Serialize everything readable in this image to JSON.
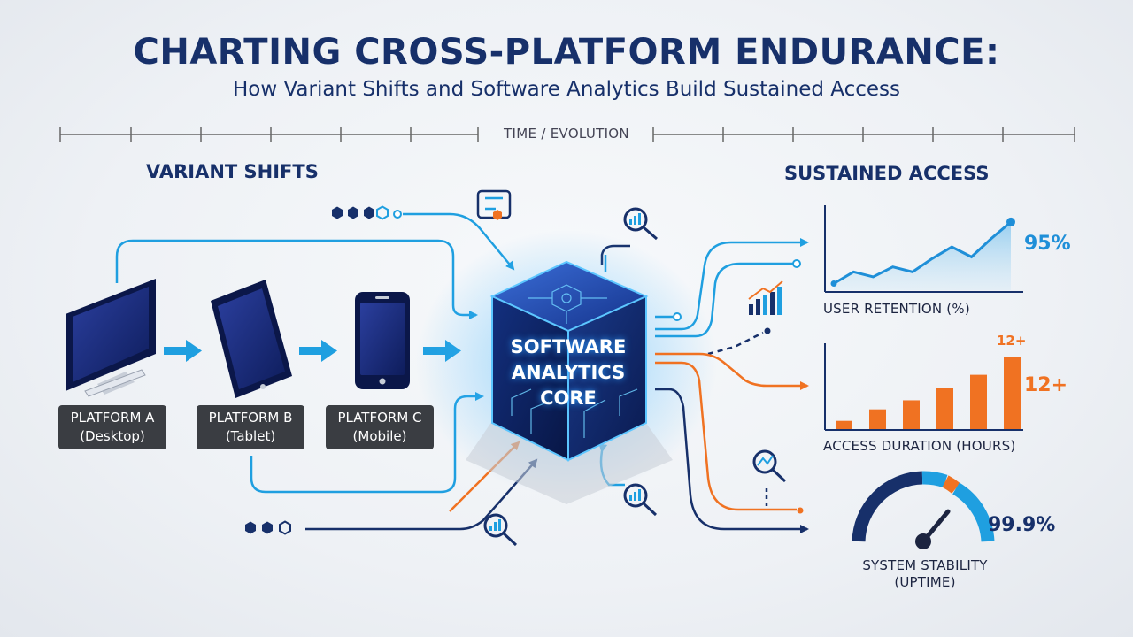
{
  "header": {
    "title": "CHARTING CROSS-PLATFORM ENDURANCE:",
    "subtitle": "How Variant Shifts and Software Analytics Build Sustained Access",
    "timeline_label": "TIME / EVOLUTION"
  },
  "variant_shifts": {
    "heading": "VARIANT SHIFTS",
    "platforms": [
      {
        "name": "PLATFORM A",
        "kind": "(Desktop)"
      },
      {
        "name": "PLATFORM B",
        "kind": "(Tablet)"
      },
      {
        "name": "PLATFORM C",
        "kind": "(Mobile)"
      }
    ]
  },
  "core": {
    "line1": "SOFTWARE",
    "line2": "ANALYTICS",
    "line3": "CORE"
  },
  "sustained_access": {
    "heading": "SUSTAINED ACCESS",
    "retention": {
      "label": "USER RETENTION (%)",
      "value": "95%"
    },
    "duration": {
      "label": "ACCESS DURATION (HOURS)",
      "value": "12+",
      "bar_label": "12+"
    },
    "stability": {
      "label_line1": "SYSTEM STABILITY",
      "label_line2": "(UPTIME)",
      "value": "99.9%"
    }
  },
  "chart_data": [
    {
      "type": "area",
      "y": [
        8,
        22,
        16,
        28,
        22,
        38,
        52,
        40,
        62,
        82
      ],
      "xlabel": "USER RETENTION (%)",
      "ylim": [
        0,
        100
      ]
    },
    {
      "type": "bar",
      "values": [
        10,
        24,
        35,
        50,
        66,
        88
      ],
      "xlabel": "ACCESS DURATION (HOURS)",
      "ylim": [
        0,
        100
      ]
    },
    {
      "type": "gauge",
      "value": 0.72,
      "xlabel": "SYSTEM STABILITY (UPTIME)"
    }
  ],
  "colors": {
    "navy": "#17306a",
    "blue": "#1f9fe0",
    "orange": "#f07222",
    "retention": "#1f8fd8"
  }
}
